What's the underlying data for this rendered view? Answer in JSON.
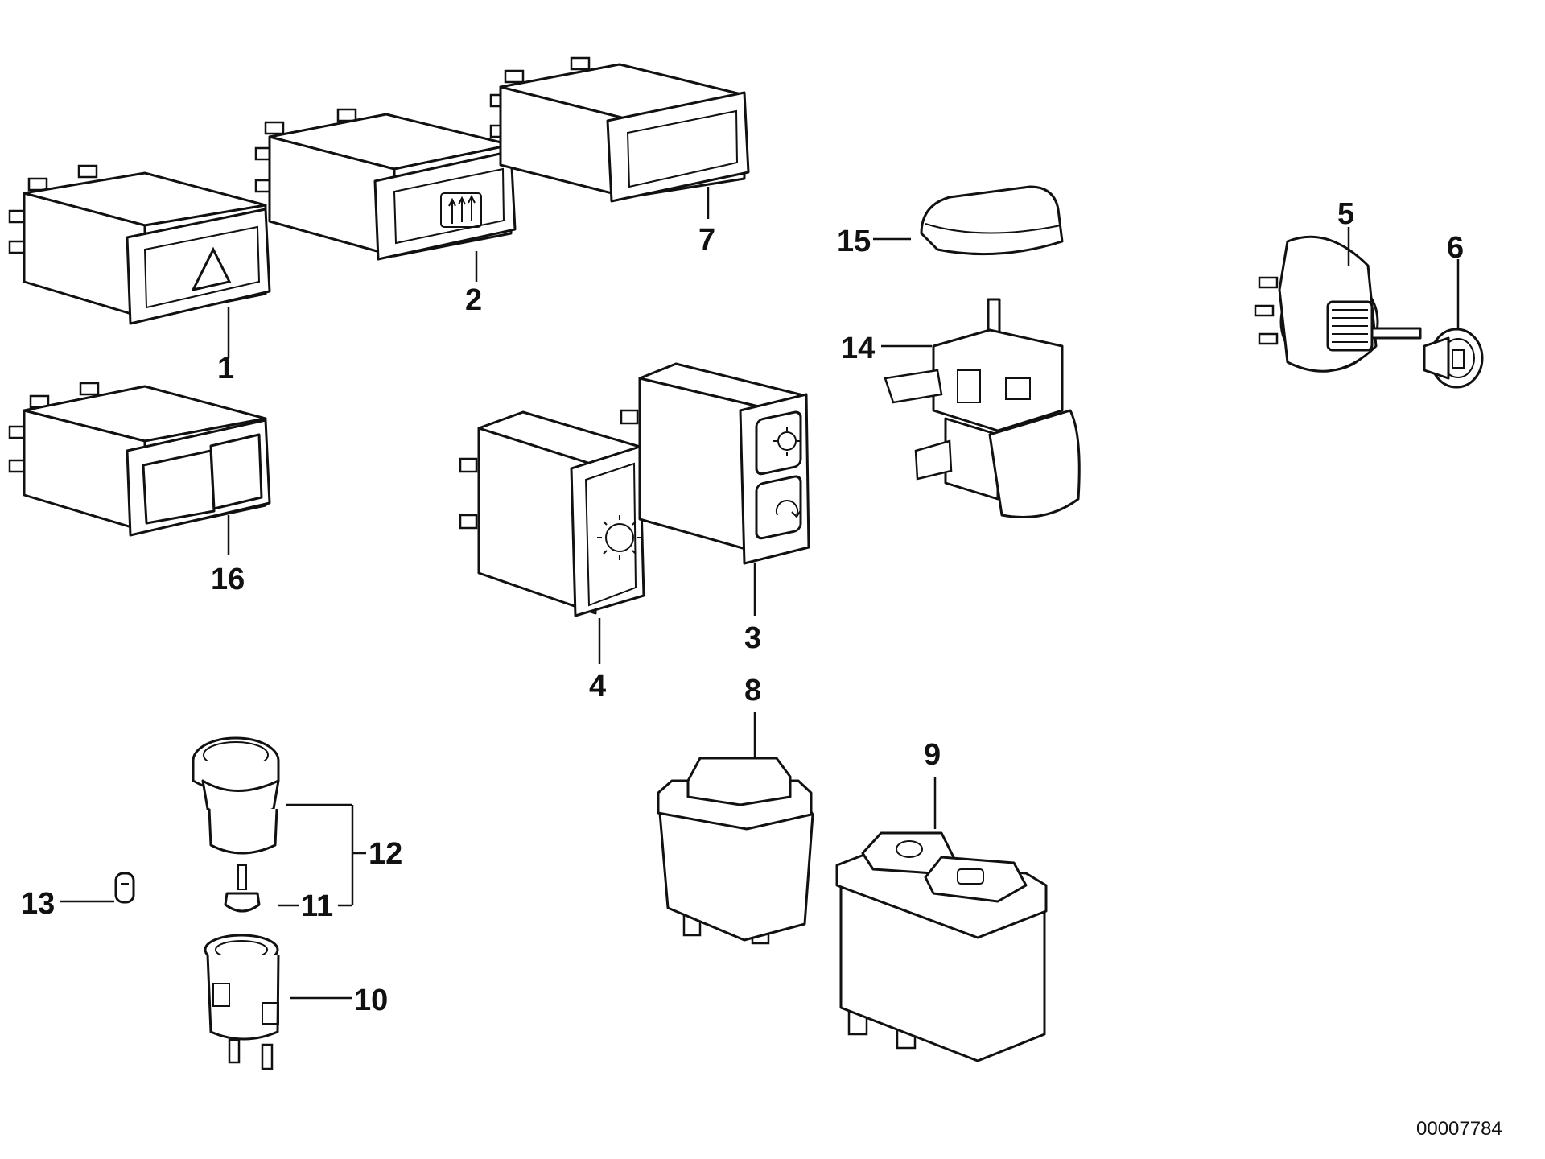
{
  "callouts": {
    "c1": "1",
    "c2": "2",
    "c3": "3",
    "c4": "4",
    "c5": "5",
    "c6": "6",
    "c7": "7",
    "c8": "8",
    "c9": "9",
    "c10": "10",
    "c11": "11",
    "c12": "12",
    "c13": "13",
    "c14": "14",
    "c15": "15",
    "c16": "16"
  },
  "document_number": "00007784",
  "icons": {
    "part_1": "hazard-triangle-icon",
    "part_2": "rear-defrost-icon",
    "part_3": "fan-and-recirculation-icons",
    "part_4": "fan-icon",
    "part_9": "dual-button-icons"
  },
  "colors": {
    "ink": "#111111",
    "background": "#ffffff"
  }
}
